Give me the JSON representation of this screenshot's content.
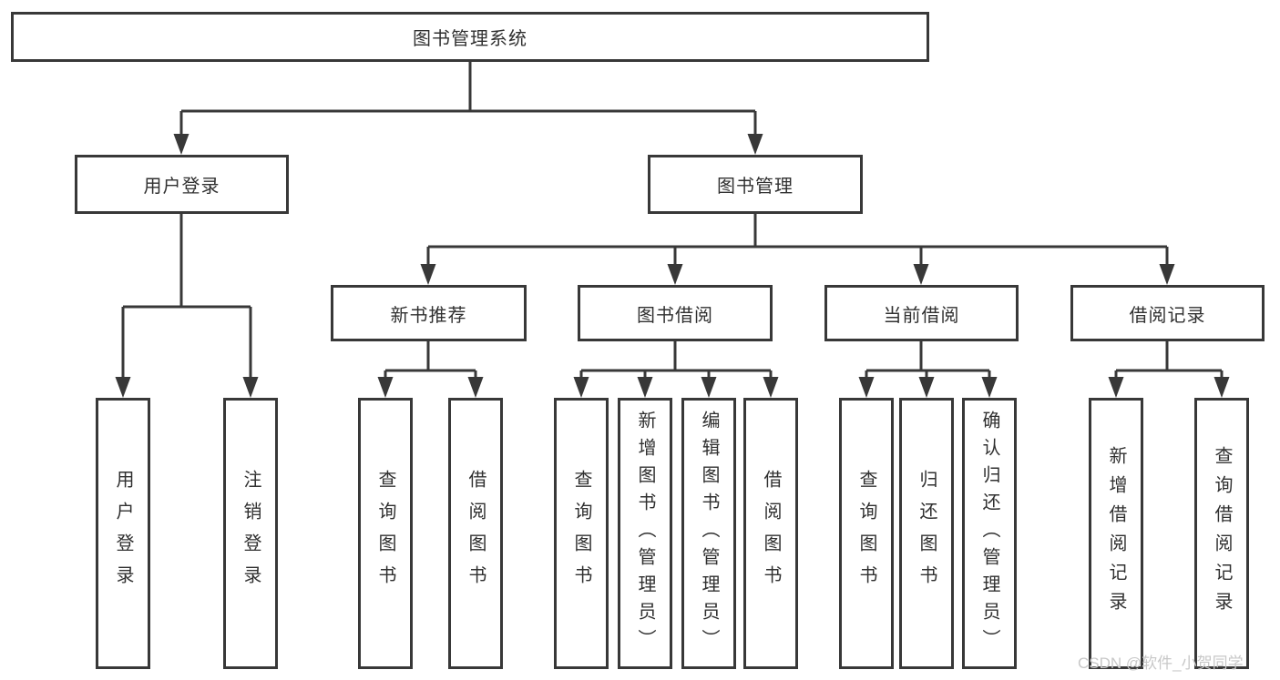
{
  "root": {
    "label": "图书管理系统"
  },
  "level2": {
    "user_login": {
      "label": "用户登录"
    },
    "book_mgmt": {
      "label": "图书管理"
    }
  },
  "level3": {
    "recommend": {
      "label": "新书推荐"
    },
    "borrow": {
      "label": "图书借阅"
    },
    "current": {
      "label": "当前借阅"
    },
    "records": {
      "label": "借阅记录"
    }
  },
  "leaves": {
    "login": [
      {
        "label": "用户登录"
      },
      {
        "label": "注销登录"
      }
    ],
    "recommend": [
      {
        "label": "查询图书"
      },
      {
        "label": "借阅图书"
      }
    ],
    "borrow": [
      {
        "label": "查询图书"
      },
      {
        "label": "新增图书（管理员）"
      },
      {
        "label": "编辑图书（管理员）"
      },
      {
        "label": "借阅图书"
      }
    ],
    "current": [
      {
        "label": "查询图书"
      },
      {
        "label": "归还图书"
      },
      {
        "label": "确认归还（管理员）"
      }
    ],
    "records": [
      {
        "label": "新增借阅记录"
      },
      {
        "label": "查询借阅记录"
      }
    ]
  },
  "watermark": {
    "text": "CSDN @软件_小贺同学"
  },
  "colors": {
    "line": "#383838",
    "text": "#303030",
    "watermark": "#c8c8c8",
    "background": "#ffffff"
  }
}
